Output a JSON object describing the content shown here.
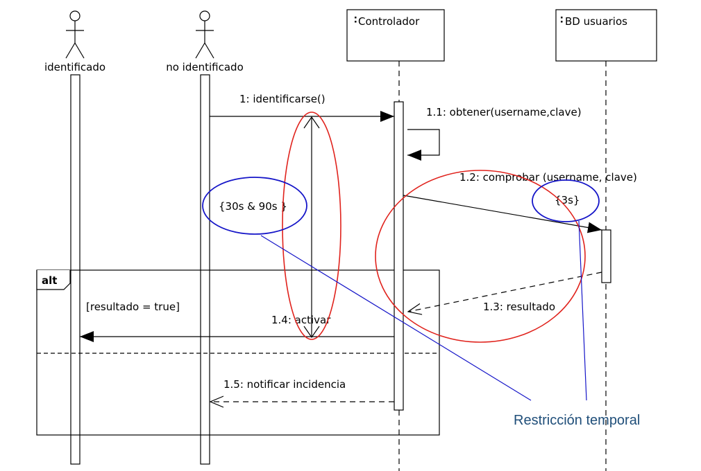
{
  "actors": {
    "identified": "identificado",
    "unidentified": "no identificado"
  },
  "objects": {
    "controller": "Controlador",
    "db": "BD usuarios"
  },
  "messages": {
    "m1": "1: identificarse()",
    "m11": "1.1: obtener(username,clave)",
    "m12": "1.2: comprobar (username, clave)",
    "m13": "1.3: resultado",
    "m14": "1.4: activar",
    "m15": "1.5: notificar incidencia"
  },
  "fragment": {
    "operator": "alt",
    "guard": "[resultado = true]"
  },
  "constraints": {
    "duration": "{30s & 90s }",
    "db_time": "{3s}"
  },
  "annotation": {
    "label": "Restricción temporal"
  },
  "colors": {
    "highlight_red": "#e0221c",
    "highlight_blue": "#1515c8",
    "annotation_text": "#1f4e79"
  }
}
